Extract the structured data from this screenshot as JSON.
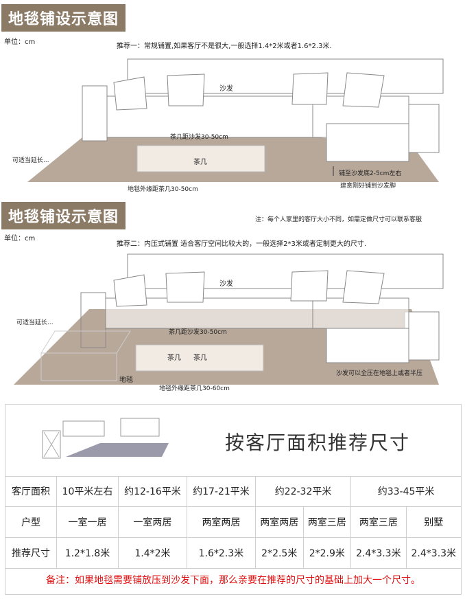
{
  "section1": {
    "badge": "地毯铺设示意图",
    "unit": "单位：cm",
    "recommend": "推荐一：常规铺置,如果客厅不是很大,一般选择1.4*2米或者1.6*2.3米.",
    "sofa_label": "沙发",
    "table_distance": "茶几距沙发30-50cm",
    "table_label": "茶几",
    "extend": "可适当延长...",
    "rug_edge": "地毯外缘距茶几30-50cm",
    "under_sofa": "铺至沙发底2-5cm左右",
    "suggest": "建意刚好铺到沙发脚"
  },
  "section2": {
    "badge": "地毯铺设示意图",
    "note": "注：每个人家里的客厅大小不同，如需定做尺寸可以联系客服",
    "unit": "单位：cm",
    "recommend": "推荐二：内压式铺置 适合客厅空间比较大的，一般选择2*3米或者定制更大的尺寸.",
    "sofa_label": "沙发",
    "table_distance": "茶几距沙发30-50cm",
    "table_label": "茶几",
    "table_label2": "茶几",
    "extend": "可适当延长...",
    "rug_label": "地毯",
    "rug_edge": "地毯外缘距茶几30-60cm",
    "sofa_press": "沙发可以全压在地毯上或者半压"
  },
  "table": {
    "title": "按客厅面积推荐尺寸",
    "rows": [
      [
        "客厅面积",
        "10平米左右",
        "约12-16平米",
        "约17-21平米",
        "约22-32平米",
        "约33-45平米"
      ],
      [
        "户型",
        "一室一居",
        "一室两居",
        "两室两居",
        "两室两居",
        "两室三居",
        "两室三居",
        "别墅"
      ],
      [
        "推荐尺寸",
        "1.2*1.8米",
        "1.4*2米",
        "1.6*2.3米",
        "2*2.5米",
        "2*2.9米",
        "2.4*3.3米",
        "2.4*3.3米"
      ]
    ],
    "note": "备注：如果地毯需要铺放压到沙发下面，那么亲要在推荐的尺寸的基础上加大一个尺寸。"
  },
  "colors": {
    "badge": "#8b7a66",
    "rug": "#b8a89a",
    "note": "#e01010"
  }
}
